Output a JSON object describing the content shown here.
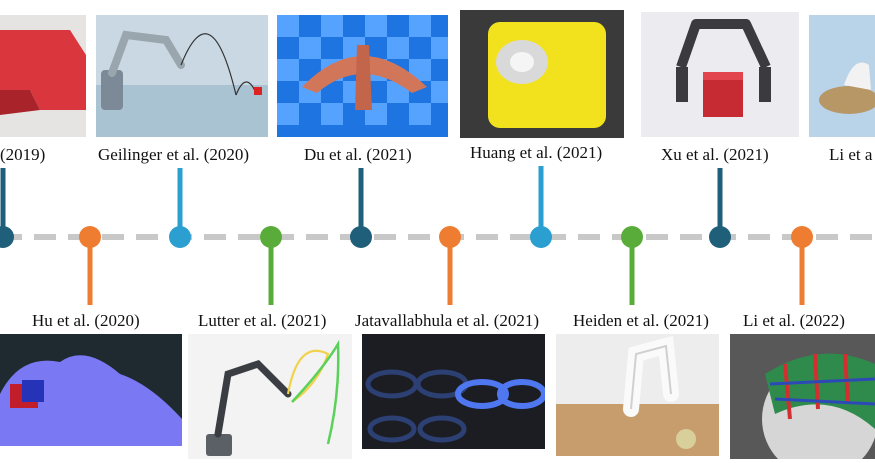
{
  "timeline": {
    "top_labels": [
      {
        "text": "(2019)"
      },
      {
        "text": "Geilinger et al. (2020)"
      },
      {
        "text": "Du et al. (2021)"
      },
      {
        "text": "Huang et al. (2021)"
      },
      {
        "text": "Xu et al. (2021)"
      },
      {
        "text": "Li et a"
      }
    ],
    "bottom_labels": [
      {
        "text": "Hu et al. (2020)"
      },
      {
        "text": "Lutter et al. (2021)"
      },
      {
        "text": "Jatavallabhula et al. (2021)"
      },
      {
        "text": "Heiden et al. (2021)"
      },
      {
        "text": "Li et al. (2022)"
      }
    ],
    "colors": {
      "line": "#c8c8c8",
      "dark_blue": "#1f5f7a",
      "light_blue": "#2a9fd0",
      "orange": "#ee7d32",
      "green": "#5aac3a"
    }
  }
}
